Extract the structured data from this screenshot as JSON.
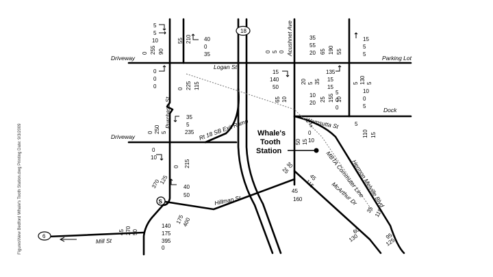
{
  "side_note": "Figures\\New Bedford Whale's Tooth Station.dwg    Printing Date: 9/3/2009",
  "station": {
    "line1": "Whale's",
    "line2": "Tooth",
    "line3": "Station"
  },
  "route_shields": {
    "rt18": "18",
    "rt6": "6"
  },
  "streets": {
    "driveway_top": "Driveway",
    "driveway_mid": "Driveway",
    "logan": "Logan St",
    "parking_lot": "Parking Lot",
    "acushnet": "Acushnet Ave",
    "purchase": "Purchase St",
    "rt18_ramp": "Rt 18 SB Exit Ramp",
    "wamsutta": "Wamsutta St",
    "dock": "Dock",
    "mbta": "MBTA Commuter Line",
    "herman": "Hermon Melville Blvd",
    "mcarthur": "McArthur Dr",
    "hillman": "Hillman St",
    "mill": "Mill St"
  },
  "volumes": {
    "dw_n1": "5",
    "dw_n2": "5",
    "dw_n3": "10",
    "dw_w1": "0",
    "dw_w2": "255",
    "dw_w3": "90",
    "n1": "55",
    "n2": "210",
    "logan_e1": "40",
    "logan_e2": "0",
    "logan_e3": "35",
    "dw_s1": "0",
    "dw_s2": "0",
    "dw_s3": "0",
    "log_w1": "0",
    "log_w2": "225",
    "log_w3": "115",
    "ac_n1": "0",
    "ac_n2": "5",
    "ac_n3": "0",
    "ac_n4": "35",
    "ac_n5": "55",
    "ac_n6": "20",
    "ac_n7": "65",
    "ac_n8": "190",
    "ac_n9": "55",
    "pl1": "15",
    "pl2": "5",
    "pl3": "5",
    "ac_w1": "15",
    "ac_w2": "140",
    "ac_w3": "50",
    "ac_c1": "20",
    "ac_c2": "5",
    "ac_c3": "35",
    "ac_e1": "135",
    "ac_e2": "15",
    "ac_e3": "15",
    "pl_s1": "5",
    "pl_s2": "130",
    "pl_s3": "5",
    "pl_s4": "10",
    "pl_s5": "0",
    "pl_s6": "5",
    "ac_s1": "65",
    "ac_s2": "10",
    "ac_s3": "10",
    "ac_s4": "20",
    "ac_s5": "25",
    "ac_s6": "155",
    "ac_s7": "10",
    "ac_s8": "5",
    "ac_s9": "0",
    "ac_s10": "0",
    "ps1": "35",
    "ps2": "5",
    "ps3": "235",
    "ps_w1": "0",
    "ps_w2": "250",
    "ps_w3": "5",
    "ps_s1": "0",
    "ps_s2": "10",
    "ps_s3": "0",
    "ps_s4": "215",
    "wam1": "5",
    "wam2": "0",
    "wam3": "10",
    "wam_s1": "50",
    "wam_s2": "15",
    "dock1": "5",
    "dock2": "110",
    "dock3": "15",
    "hill1": "370",
    "hill2": "125",
    "hill3": "40",
    "hill4": "50",
    "mc1": "30",
    "mc2": "25",
    "mc3": "45",
    "mc4": "115",
    "mc5": "45",
    "mc6": "160",
    "hb1": "35",
    "hb2": "115",
    "hb3": "95",
    "hb4": "125",
    "hb5": "60",
    "hb6": "130",
    "s1": "140",
    "s2": "175",
    "s3": "395",
    "s4": "0",
    "s5": "175",
    "s6": "400",
    "mill1": "45",
    "mill2": "270",
    "mill3": "50"
  }
}
